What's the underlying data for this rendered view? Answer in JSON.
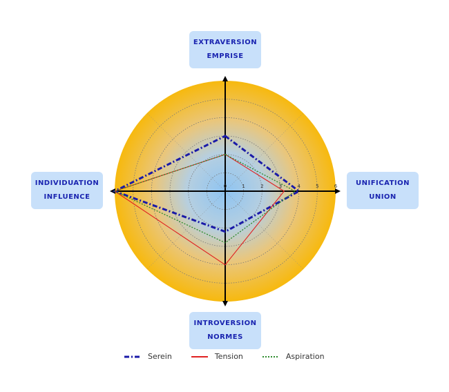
{
  "axes": {
    "top": {
      "line1": "EXTRAVERSION",
      "line2": "EMPRISE"
    },
    "right": {
      "line1": "UNIFICATION",
      "line2": "UNION"
    },
    "bottom": {
      "line1": "INTROVERSION",
      "line2": "NORMES"
    },
    "left": {
      "line1": "INDIVIDUATION",
      "line2": "INFLUENCE"
    }
  },
  "chart_data": {
    "type": "radar",
    "axes_order": [
      "EXTRAVERSION / EMPRISE",
      "UNIFICATION / UNION",
      "INTROVERSION / NORMES",
      "INDIVIDUATION / INFLUENCE"
    ],
    "scale": {
      "min": 0,
      "max": 6,
      "ticks": [
        "0",
        "1",
        "2",
        "3",
        "4",
        "5",
        "6"
      ]
    },
    "grid": true,
    "legend_position": "bottom",
    "series": [
      {
        "name": "Serein",
        "values": [
          3,
          4,
          2.2,
          6
        ],
        "color": "#1a1aa8",
        "style": "dash-dot"
      },
      {
        "name": "Tension",
        "values": [
          2,
          3.2,
          4,
          6
        ],
        "color": "#e02020",
        "style": "solid"
      },
      {
        "name": "Aspiration",
        "values": [
          2,
          3.8,
          2.8,
          6
        ],
        "color": "#2a8a2a",
        "style": "dotted"
      }
    ]
  }
}
